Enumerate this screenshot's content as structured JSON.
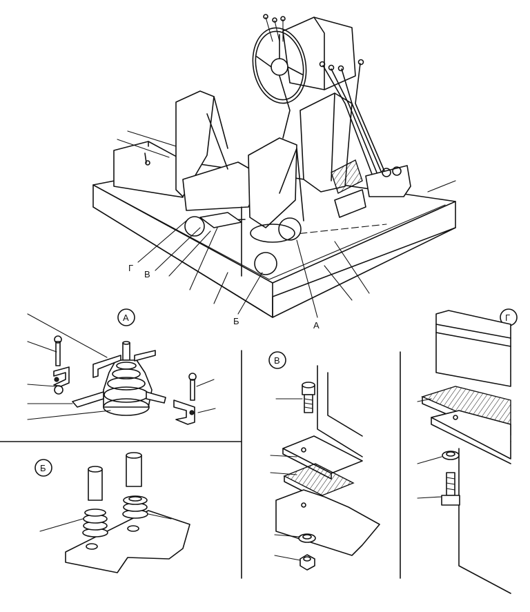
{
  "figure": {
    "labels": {
      "main_g": "Г",
      "main_v": "В",
      "main_b": "Б",
      "main_a": "А"
    },
    "detail_titles": {
      "a": "А",
      "b": "Б",
      "v": "В",
      "g": "Г"
    }
  }
}
